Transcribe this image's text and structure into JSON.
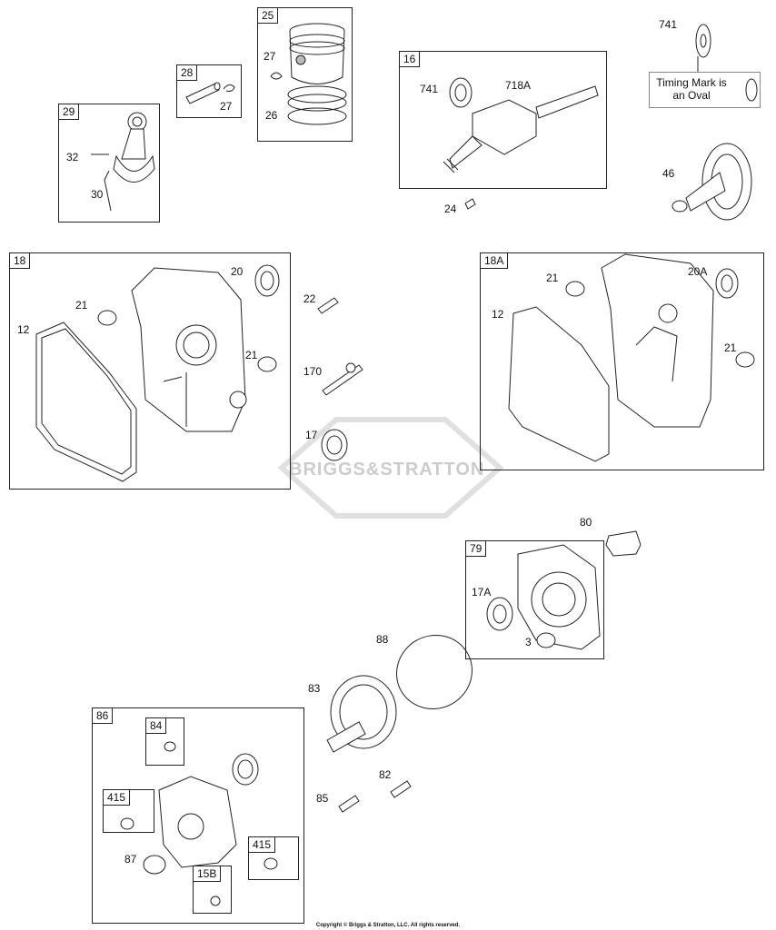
{
  "diagram": {
    "watermark": "BRIGGS&STRATTON",
    "copyright": "Copyright © Briggs & Stratton, LLC. All rights reserved.",
    "note": "Timing Mark is an Oval",
    "boxes": {
      "b25": "25",
      "b28": "28",
      "b29": "29",
      "b16": "16",
      "b18": "18",
      "b18a": "18A",
      "b79": "79",
      "b86": "86",
      "b84": "84",
      "b415a": "415",
      "b415b": "415",
      "b15b": "15B"
    },
    "labels": {
      "l27a": "27",
      "l26": "26",
      "l27b": "27",
      "l32": "32",
      "l30": "30",
      "l741a": "741",
      "l718a": "718A",
      "l741b": "741",
      "l46": "46",
      "l24": "24",
      "l20": "20",
      "l21a": "21",
      "l12a": "12",
      "l21b": "21",
      "l22": "22",
      "l170": "170",
      "l17": "17",
      "l21c": "21",
      "l20a": "20A",
      "l12b": "12",
      "l21d": "21",
      "l80": "80",
      "l17a": "17A",
      "l3": "3",
      "l88": "88",
      "l83": "83",
      "l82": "82",
      "l85": "85",
      "l87": "87"
    }
  }
}
